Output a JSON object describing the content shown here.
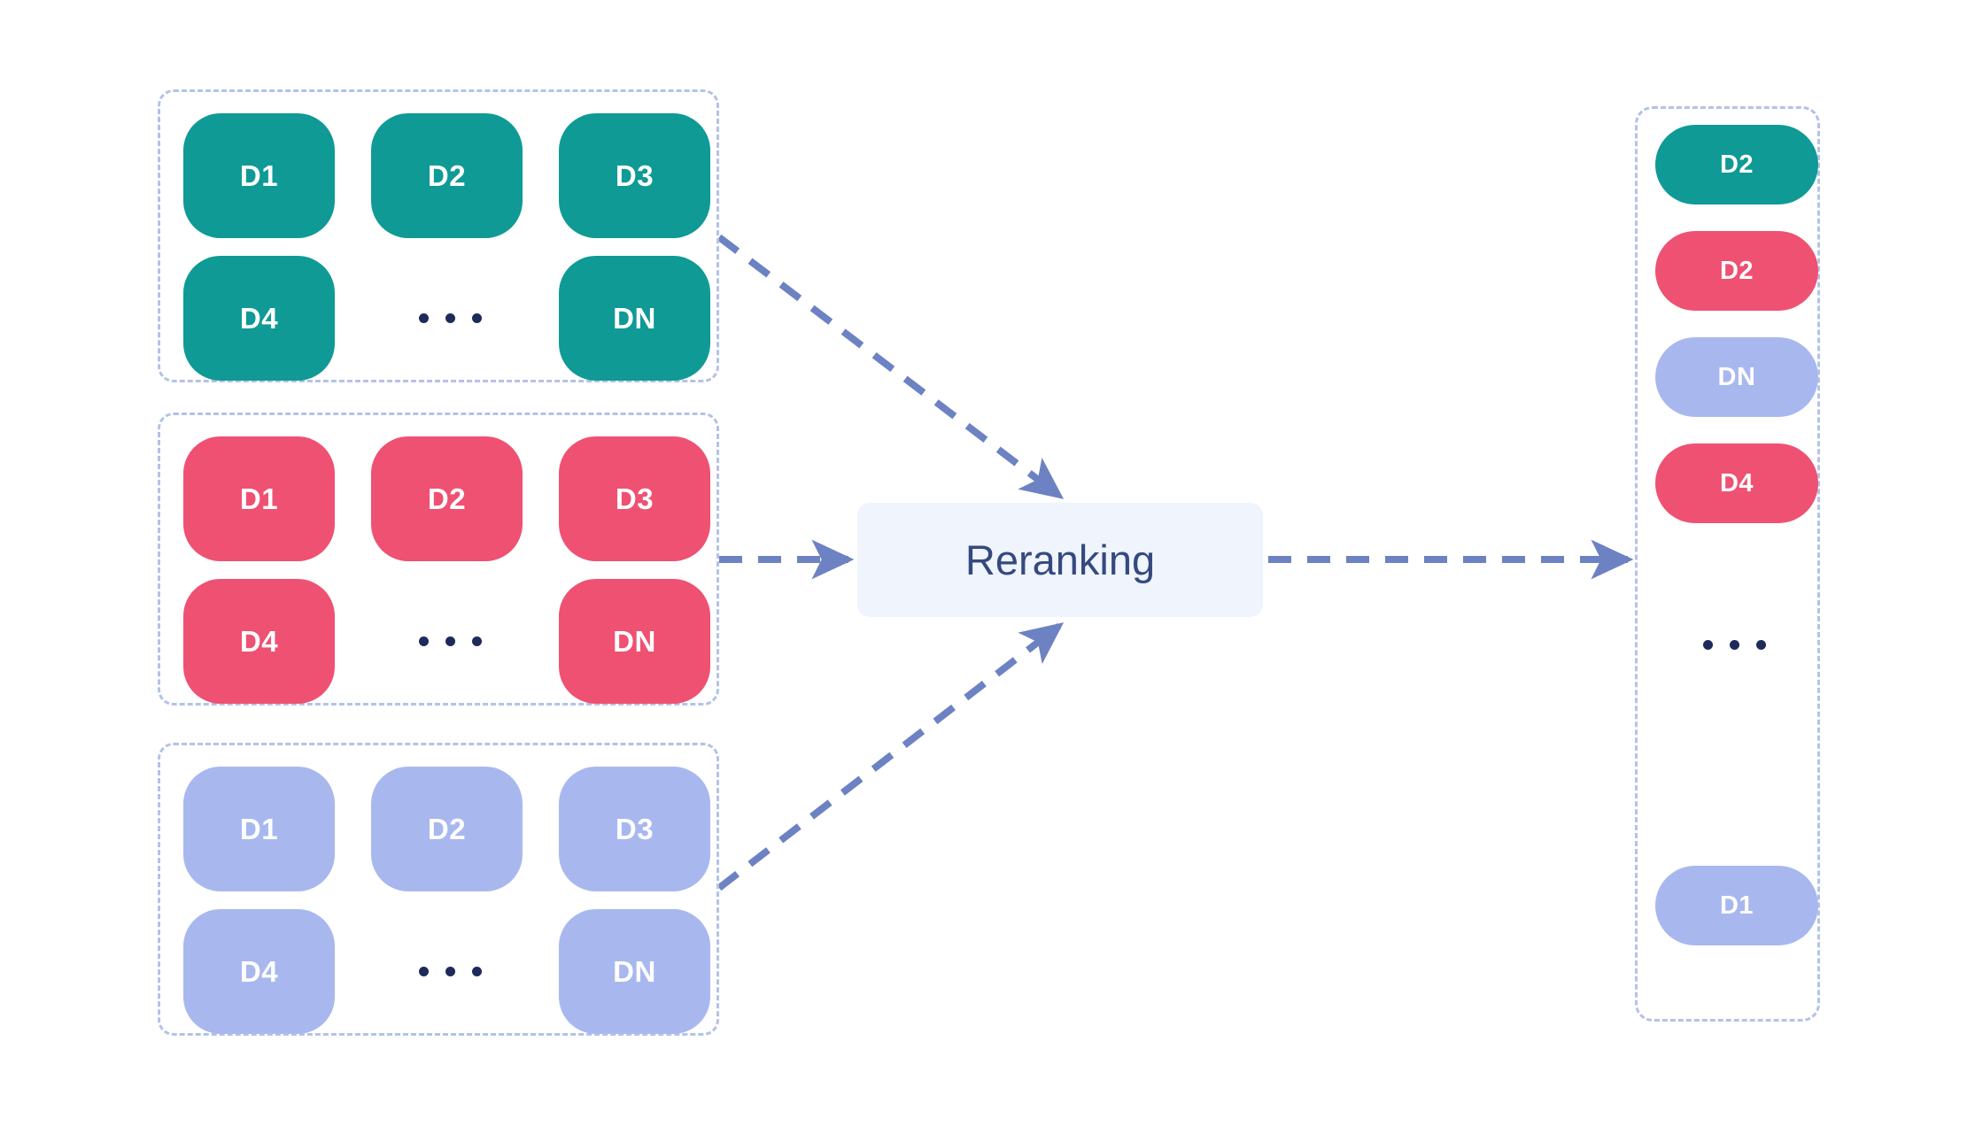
{
  "diagram": {
    "title_node": {
      "label": "Reranking"
    },
    "ellipsis": "...",
    "colors": {
      "teal": "#0f9a96",
      "pink": "#ef5172",
      "periwinkle": "#a8b8ef",
      "dashed_border": "#b3c2e8",
      "arrow": "#6d82c2",
      "node_background": "#eff4fd",
      "node_text": "#35497f",
      "dot": "#1e2a5a",
      "page_background": "#ffffff"
    },
    "input_groups": [
      {
        "name": "retrieval-result-group-1",
        "color_key": "teal",
        "docs_row1": [
          {
            "label": "D1"
          },
          {
            "label": "D2"
          },
          {
            "label": "D3"
          }
        ],
        "docs_row2": [
          {
            "label": "D4"
          },
          {
            "label": "DN"
          }
        ]
      },
      {
        "name": "retrieval-result-group-2",
        "color_key": "pink",
        "docs_row1": [
          {
            "label": "D1"
          },
          {
            "label": "D2"
          },
          {
            "label": "D3"
          }
        ],
        "docs_row2": [
          {
            "label": "D4"
          },
          {
            "label": "DN"
          }
        ]
      },
      {
        "name": "retrieval-result-group-3",
        "color_key": "periwinkle",
        "docs_row1": [
          {
            "label": "D1"
          },
          {
            "label": "D2"
          },
          {
            "label": "D3"
          }
        ],
        "docs_row2": [
          {
            "label": "D4"
          },
          {
            "label": "DN"
          }
        ]
      }
    ],
    "output_group": {
      "name": "reranked-result-list",
      "items": [
        {
          "label": "D2",
          "color_key": "teal"
        },
        {
          "label": "D2",
          "color_key": "pink"
        },
        {
          "label": "DN",
          "color_key": "periwinkle"
        },
        {
          "label": "D4",
          "color_key": "pink"
        },
        {
          "label": "D1",
          "color_key": "periwinkle"
        }
      ],
      "ellipsis_after_index": 4
    },
    "connectors": [
      {
        "name": "group1-to-reranking",
        "style": "dashed",
        "direction": "diagonal-down-right"
      },
      {
        "name": "group2-to-reranking",
        "style": "dashed",
        "direction": "horizontal-right"
      },
      {
        "name": "group3-to-reranking",
        "style": "dashed",
        "direction": "diagonal-up-right"
      },
      {
        "name": "reranking-to-output",
        "style": "dashed",
        "direction": "horizontal-right"
      }
    ]
  }
}
